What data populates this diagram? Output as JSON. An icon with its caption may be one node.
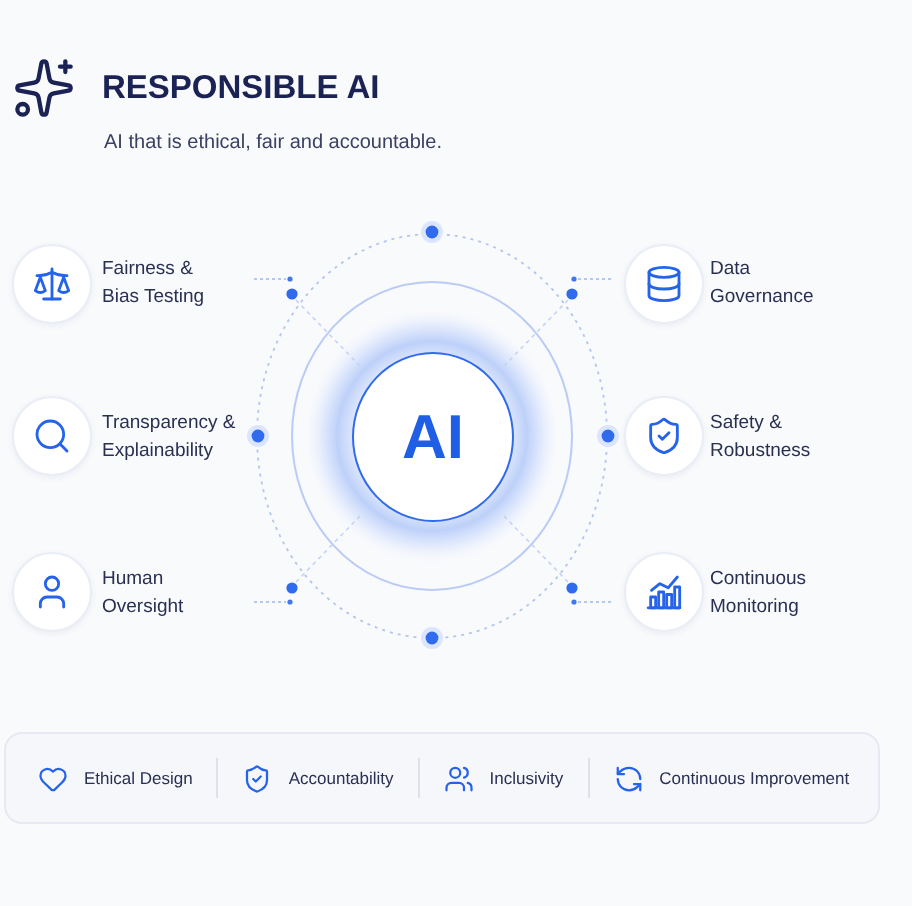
{
  "diagram": {
    "title": "RESPONSIBLE AI",
    "nodes": [
      {
        "text": [
          "AI"
        ]
      },
      {
        "text": [
          "Ethical Design",
          "Accountability",
          "Inclusivity",
          "Continuous Improvement"
        ]
      }
    ],
    "labels": [
      "AI that is ethical, fair and accountable.",
      "Fairness & Bias Testing",
      "Data Governance",
      "Transparency & Explainability",
      "Safety & Robustness",
      "Human Oversight",
      "Continuous Monitoring"
    ]
  }
}
